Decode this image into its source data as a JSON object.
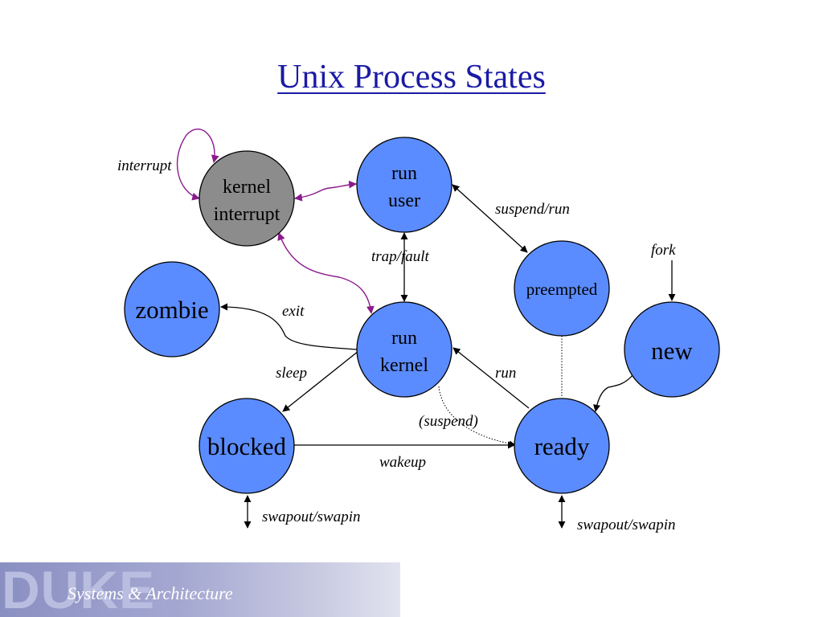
{
  "title": "Unix Process States",
  "colors": {
    "node_fill": "#5b8cff",
    "interrupt_fill": "#8c8c8c",
    "purple_arrow": "#8b1a8b",
    "title": "#1a1aa6"
  },
  "nodes": {
    "kernel_interrupt": [
      "kernel",
      "interrupt"
    ],
    "run_user": [
      "run",
      "user"
    ],
    "preempted": "preempted",
    "zombie": "zombie",
    "run_kernel": [
      "run",
      "kernel"
    ],
    "new": "new",
    "blocked": "blocked",
    "ready": "ready"
  },
  "edges": {
    "interrupt": "interrupt",
    "suspend_run": "suspend/run",
    "trap_fault": "trap/fault",
    "fork": "fork",
    "exit": "exit",
    "sleep": "sleep",
    "run": "run",
    "suspend": "(suspend)",
    "wakeup": "wakeup",
    "swap_left": "swapout/swapin",
    "swap_right": "swapout/swapin"
  },
  "footer": {
    "logo": "DUKE",
    "text": "Systems & Architecture"
  }
}
